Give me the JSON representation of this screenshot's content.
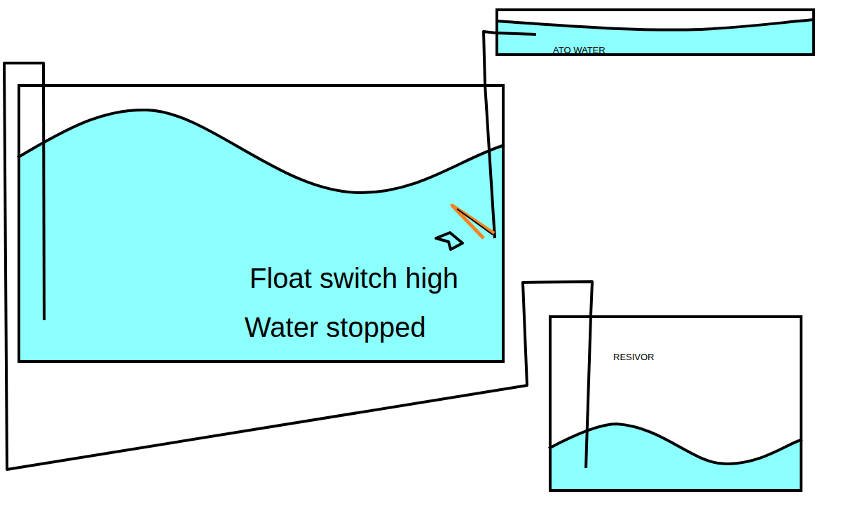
{
  "diagram": {
    "nodes": [
      {
        "text": [
          "ATO WATER"
        ]
      },
      {
        "text": [
          "Float switch high",
          "Water stopped"
        ]
      },
      {
        "text": [
          "RESIVOR"
        ]
      }
    ],
    "edges": [
      {
        "from": 0,
        "to": 1,
        "arrow": "none"
      },
      {
        "from": 1,
        "to": 2,
        "arrow": "none"
      }
    ]
  }
}
